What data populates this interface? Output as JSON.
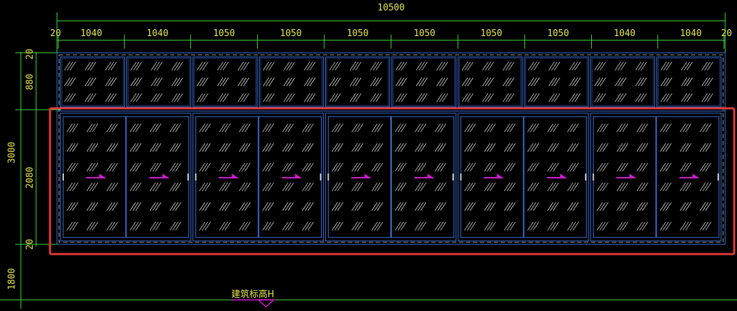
{
  "dimensions": {
    "overall_width": "10500",
    "segments": [
      "20",
      "1040",
      "1040",
      "1050",
      "1050",
      "1050",
      "1050",
      "1050",
      "1050",
      "1040",
      "1040",
      "20"
    ],
    "vertical_overall": "3000",
    "vertical_segments": [
      "20",
      "880",
      "2080",
      "20"
    ],
    "sill_height": "1800"
  },
  "elevation_label": "建筑标高H",
  "colors": {
    "background": "#000000",
    "dimension_text": "#e8e84a",
    "dimension_line": "#3ee03e",
    "frame": "#3a6fd8",
    "glass_hatch": "#d8d8d8",
    "slide_arrow": "#d21ad2",
    "selection": "#e23a3a"
  },
  "bays": {
    "upper_fixed_panels": 10,
    "lower_sliding_units": 5,
    "sashes_per_unit": 2,
    "slide_direction": "right"
  }
}
